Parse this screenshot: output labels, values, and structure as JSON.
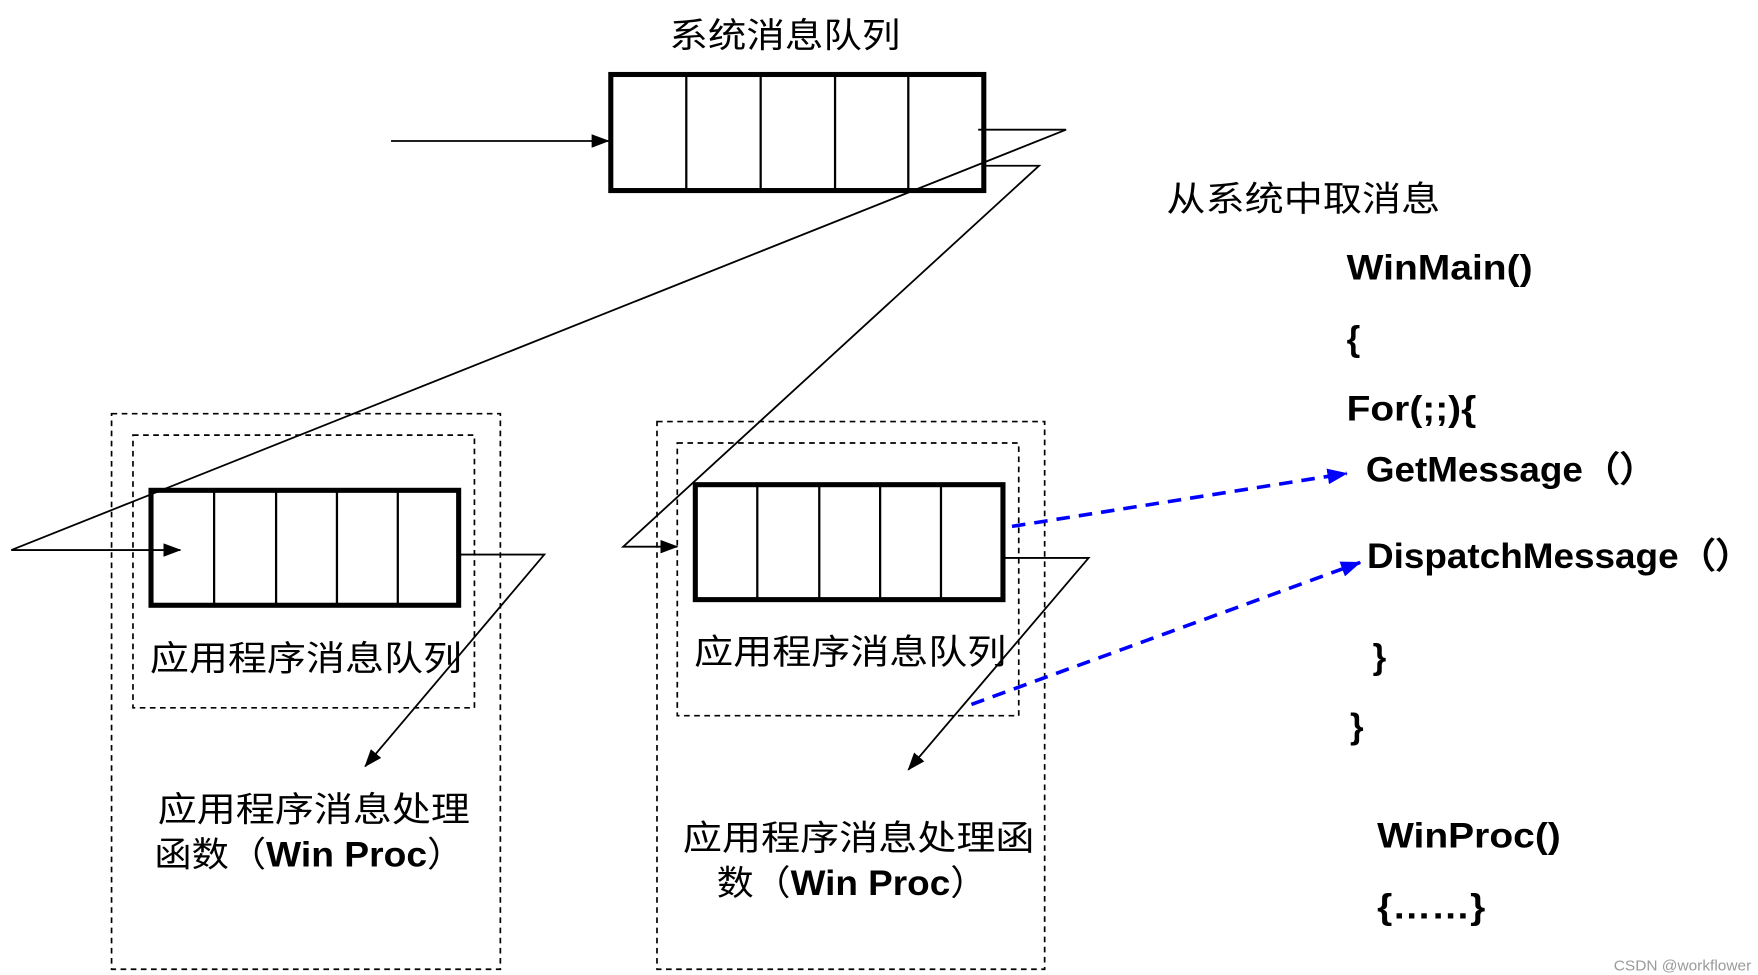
{
  "system_queue": {
    "label": "系统消息队列"
  },
  "fetch_label": "从系统中取消息",
  "code": {
    "winmain": "WinMain()",
    "open_brace": "{",
    "for_loop": "For(;;){",
    "get_message": "GetMessage（）",
    "dispatch_message": "DispatchMessage（）",
    "close_for": "}",
    "close_main": "}",
    "winproc": "WinProc()",
    "winproc_body": "{……}"
  },
  "apps": [
    {
      "queue_label": "应用程序消息队列",
      "handler_line1": "应用程序消息处理",
      "handler_line2_prefix": "函数（",
      "handler_line2_bold": "Win Proc",
      "handler_line2_suffix": "）"
    },
    {
      "queue_label": "应用程序消息队列",
      "handler_line1": "应用程序消息处理函",
      "handler_line2_prefix": "数（",
      "handler_line2_bold": "Win Proc",
      "handler_line2_suffix": "）"
    }
  ],
  "watermark": "CSDN @workflower",
  "colors": {
    "stroke": "#000000",
    "dispatch_arrows": "#0000ff",
    "background": "#ffffff"
  }
}
